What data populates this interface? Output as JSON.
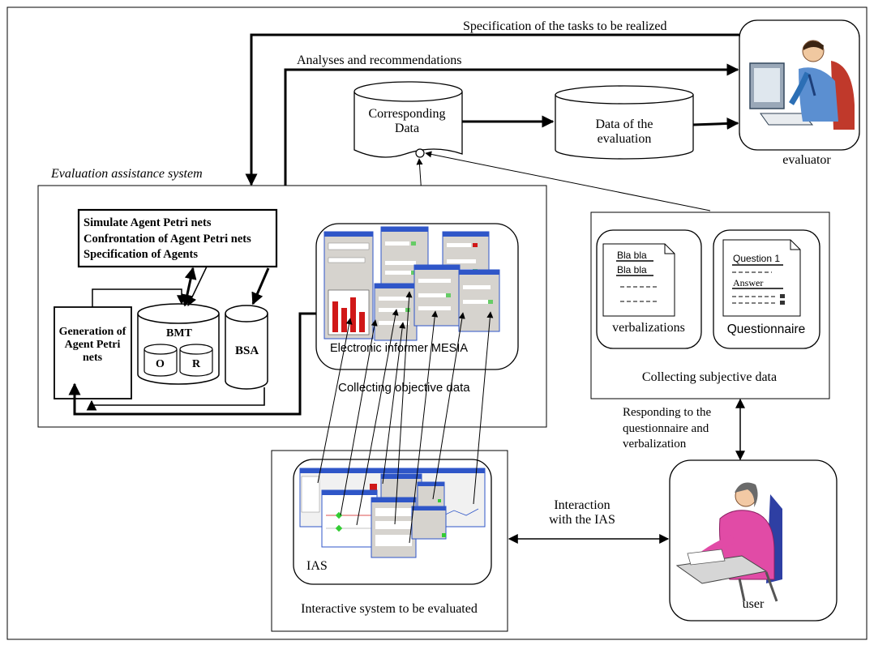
{
  "top_arrows": {
    "specification": "Specification of the tasks to be realized",
    "analyses": "Analyses and recommendations"
  },
  "databases": {
    "corresponding": "Corresponding Data",
    "evaluation": "Data of the evaluation"
  },
  "actors": {
    "evaluator": "evaluator",
    "user": "user"
  },
  "eas": {
    "title": "Evaluation assistance system",
    "agent_box": [
      "Simulate Agent Petri nets",
      "Confrontation of Agent Petri nets",
      "Specification of Agents"
    ],
    "generation": "Generation of Agent Petri nets",
    "bmt": "BMT",
    "bmt_o": "O",
    "bmt_r": "R",
    "bsa": "BSA",
    "mesia": "Electronic informer MESIA",
    "collecting_objective": "Collecting objective data"
  },
  "subjective": {
    "doc1_lines": [
      "Bla bla",
      "Bla bla"
    ],
    "doc1_label": "verbalizations",
    "doc2_question": "Question 1",
    "doc2_answer": "Answer",
    "doc2_label": "Questionnaire",
    "caption": "Collecting subjective data"
  },
  "user_link": "Responding to the questionnaire and verbalization",
  "ias": {
    "label": "IAS",
    "caption": "Interactive system to be evaluated",
    "interaction": "Interaction with the IAS"
  },
  "colors": {
    "line": "#000000",
    "ui_blue": "#2f56c8",
    "ui_gray": "#d6d3ce",
    "red": "#d01818",
    "skin": "#f2c9a4",
    "jacket": "#e14ba6"
  }
}
